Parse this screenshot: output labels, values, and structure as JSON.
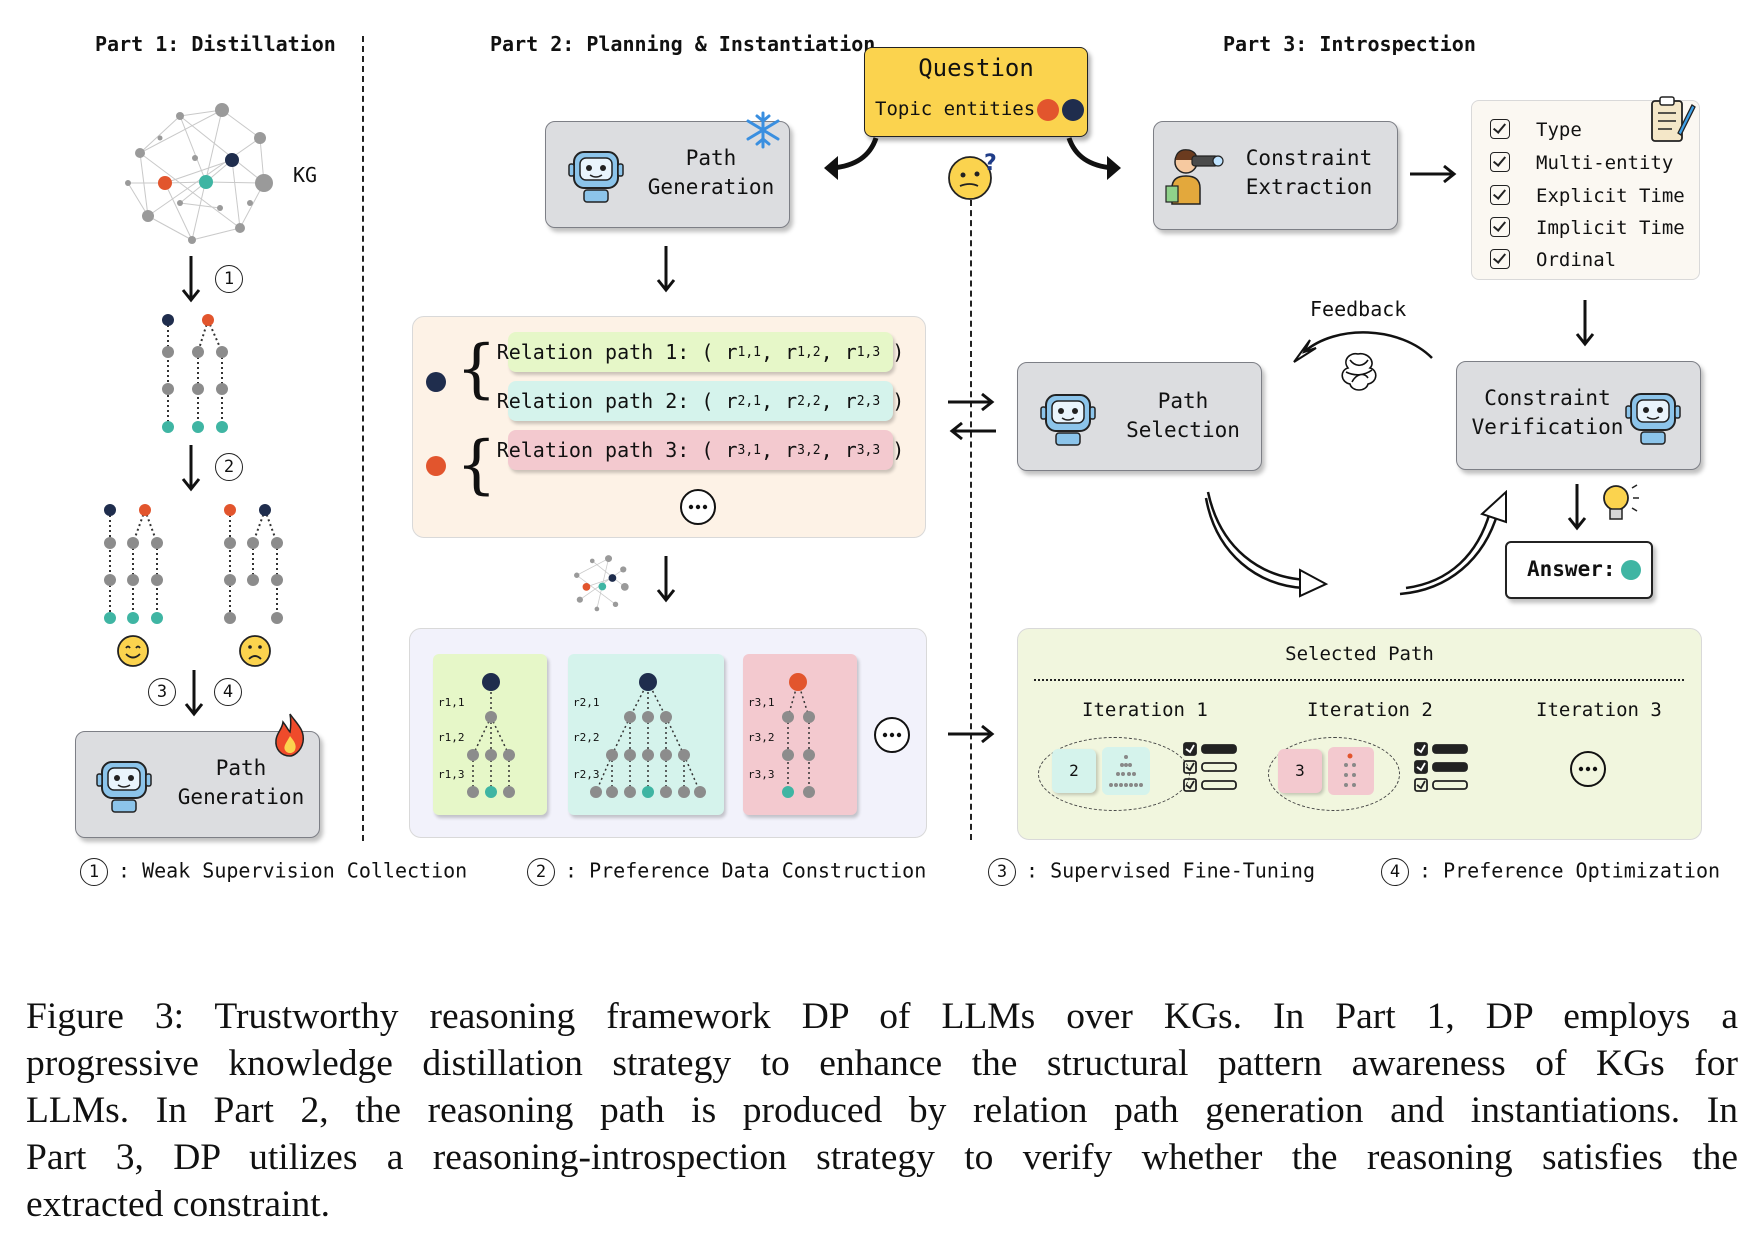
{
  "parts": {
    "part1": "Part 1: Distillation",
    "part2": "Part 2: Planning & Instantiation",
    "part3": "Part 3: Introspection"
  },
  "question": {
    "title": "Question",
    "topic": "Topic entities:"
  },
  "kg_label": "KG",
  "steps": {
    "s1": "1",
    "s2": "2",
    "s3": "3",
    "s4": "4"
  },
  "path_generation": "Path\nGeneration",
  "relation_paths": [
    {
      "prefix": "Relation path 1: ( ",
      "r": [
        "1,1",
        "1,2",
        "1,3"
      ]
    },
    {
      "prefix": "Relation path 2: ( ",
      "r": [
        "2,1",
        "2,2",
        "2,3"
      ]
    },
    {
      "prefix": "Relation path 3: ( ",
      "r": [
        "3,1",
        "3,2",
        "3,3"
      ]
    }
  ],
  "tree_labels": {
    "t1": [
      "r1,1",
      "r1,2",
      "r1,3"
    ],
    "t2": [
      "r2,1",
      "r2,2",
      "r2,3"
    ],
    "t3": [
      "r3,1",
      "r3,2",
      "r3,3"
    ]
  },
  "constraint_extraction": "Constraint\nExtraction",
  "constraints": [
    "Type",
    "Multi-entity",
    "Explicit Time",
    "Implicit Time",
    "Ordinal"
  ],
  "feedback": "Feedback",
  "path_selection": "Path\nSelection",
  "constraint_verification": "Constraint\nVerification",
  "answer": "Answer:",
  "selected_path": {
    "title": "Selected Path",
    "iterations": [
      "Iteration 1",
      "Iteration 2",
      "Iteration 3"
    ],
    "nums": [
      "2",
      "3"
    ]
  },
  "legend": [
    {
      "num": "1",
      "text": ": Weak Supervision Collection"
    },
    {
      "num": "2",
      "text": ": Preference Data Construction"
    },
    {
      "num": "3",
      "text": ": Supervised Fine-Tuning"
    },
    {
      "num": "4",
      "text": ": Preference Optimization"
    }
  ],
  "caption": {
    "lines": [
      "Figure 3:  Trustworthy reasoning framework DP of LLMs over KGs.  In Part 1, DP employs a",
      "progressive knowledge distillation strategy to enhance the structural pattern awareness of KGs for",
      "LLMs. In Part 2, the reasoning path is produced by relation path generation and instantiations. In",
      "Part 3, DP utilizes a reasoning-introspection strategy to verify whether the reasoning satisfies the",
      "extracted constraint."
    ]
  },
  "colors": {
    "navy": "#1f2d4d",
    "orange": "#e2552d",
    "teal": "#3fb5a3",
    "gray_node": "#8c8c8c",
    "question_bg": "#fbd34e",
    "green_path": "#e6f7c8",
    "mint_path": "#d5f3ec",
    "pink_path": "#f3c9cf"
  }
}
